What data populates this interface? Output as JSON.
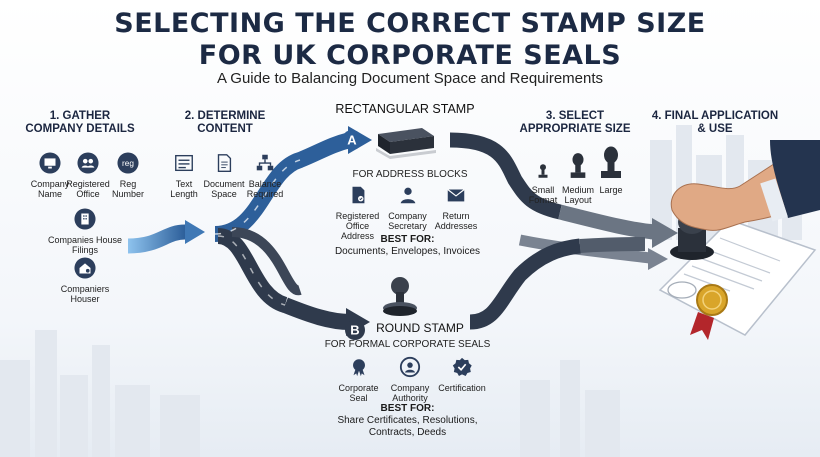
{
  "title": {
    "line1": "SELECTING THE CORRECT STAMP SIZE",
    "line2": "FOR UK CORPORATE SEALS",
    "subtitle": "A Guide to Balancing Document Space and Requirements"
  },
  "steps": [
    {
      "label_line1": "1. GATHER",
      "label_line2": "COMPANY DETAILS"
    },
    {
      "label_line1": "2. DETERMINE",
      "label_line2": "CONTENT"
    },
    {
      "label_line1": "3. SELECT",
      "label_line2": "APPROPRIATE SIZE"
    },
    {
      "label_line1": "4. FINAL APPLICATION",
      "label_line2": "& USE"
    }
  ],
  "gather": {
    "items": [
      {
        "icon": "monitor-icon",
        "line1": "Company",
        "line2": "Name"
      },
      {
        "icon": "people-icon",
        "line1": "Registered",
        "line2": "Office"
      },
      {
        "icon": "reg-icon",
        "text": "reg",
        "line1": "Reg",
        "line2": "Number"
      }
    ],
    "filings": {
      "icon": "building-icon",
      "line1": "Companies House",
      "line2": "Filings"
    },
    "houser": {
      "icon": "house-icon",
      "line1": "Companiers",
      "line2": "Houser"
    }
  },
  "content": [
    {
      "icon": "text-length-icon",
      "line1": "Text",
      "line2": "Length"
    },
    {
      "icon": "document-icon",
      "line1": "Document",
      "line2": "Space"
    },
    {
      "icon": "org-chart-icon",
      "line1": "Balance",
      "line2": "Required"
    }
  ],
  "rectangular": {
    "badge": "A",
    "title": "RECTANGULAR STAMP",
    "for": "FOR ADDRESS BLOCKS",
    "items": [
      {
        "icon": "office-doc-icon",
        "line1": "Registered",
        "line2": "Office",
        "line3": "Address"
      },
      {
        "icon": "person-icon",
        "line1": "Company",
        "line2": "Secretary",
        "line3": ""
      },
      {
        "icon": "envelope-icon",
        "line1": "Return",
        "line2": "Addresses",
        "line3": ""
      }
    ],
    "best_label": "BEST FOR:",
    "best_line1": "Documents, Envelopes, Invoices"
  },
  "round": {
    "badge": "B",
    "title": "ROUND STAMP",
    "for": "FOR FORMAL CORPORATE SEALS",
    "items": [
      {
        "icon": "seal-icon",
        "line1": "Corporate",
        "line2": "Seal"
      },
      {
        "icon": "authority-icon",
        "line1": "Company",
        "line2": "Authority"
      },
      {
        "icon": "certification-icon",
        "line1": "Certification",
        "line2": ""
      }
    ],
    "best_label": "BEST FOR:",
    "best_line1": "Share Certificates, Resolutions,",
    "best_line2": "Contracts, Deeds"
  },
  "sizes": [
    {
      "icon": "small-stamp-icon",
      "line1": "Small",
      "line2": "Format"
    },
    {
      "icon": "medium-stamp-icon",
      "line1": "Medium",
      "line2": "Layout"
    },
    {
      "icon": "large-stamp-icon",
      "line1": "Large",
      "line2": ""
    }
  ],
  "colors": {
    "blue": "#2d5f9a",
    "light_blue": "#5a9ad6",
    "dark": "#2f3a4c",
    "gray": "#6b7583",
    "gold": "#d9a52a",
    "red": "#b3262b"
  }
}
